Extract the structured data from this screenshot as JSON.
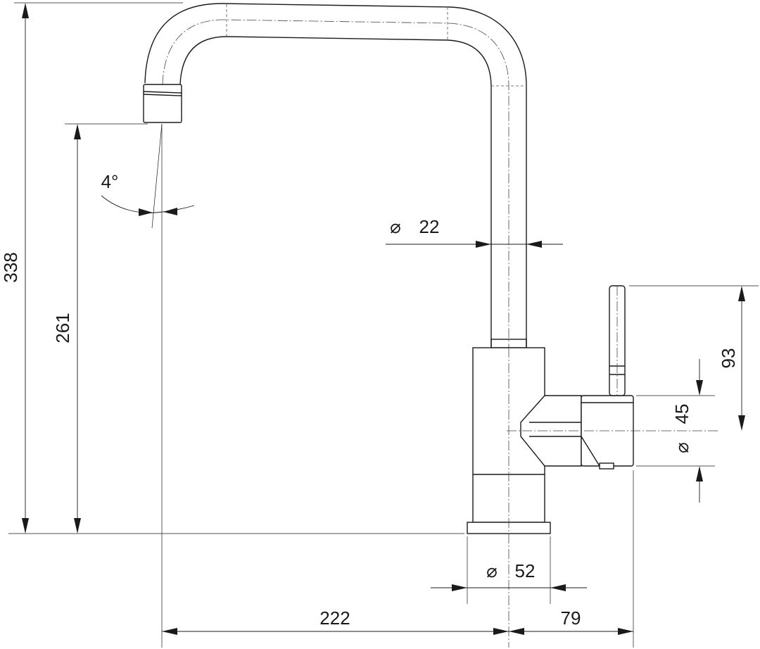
{
  "dimensions": {
    "total_height": "338",
    "spout_height": "261",
    "spout_angle": "4°",
    "spout_diameter_symbol": "⌀",
    "spout_diameter": "22",
    "lever_height": "93",
    "handle_diameter_symbol": "⌀",
    "handle_diameter": "45",
    "base_diameter_symbol": "⌀",
    "base_diameter": "52",
    "spout_reach": "222",
    "lever_offset": "79"
  }
}
